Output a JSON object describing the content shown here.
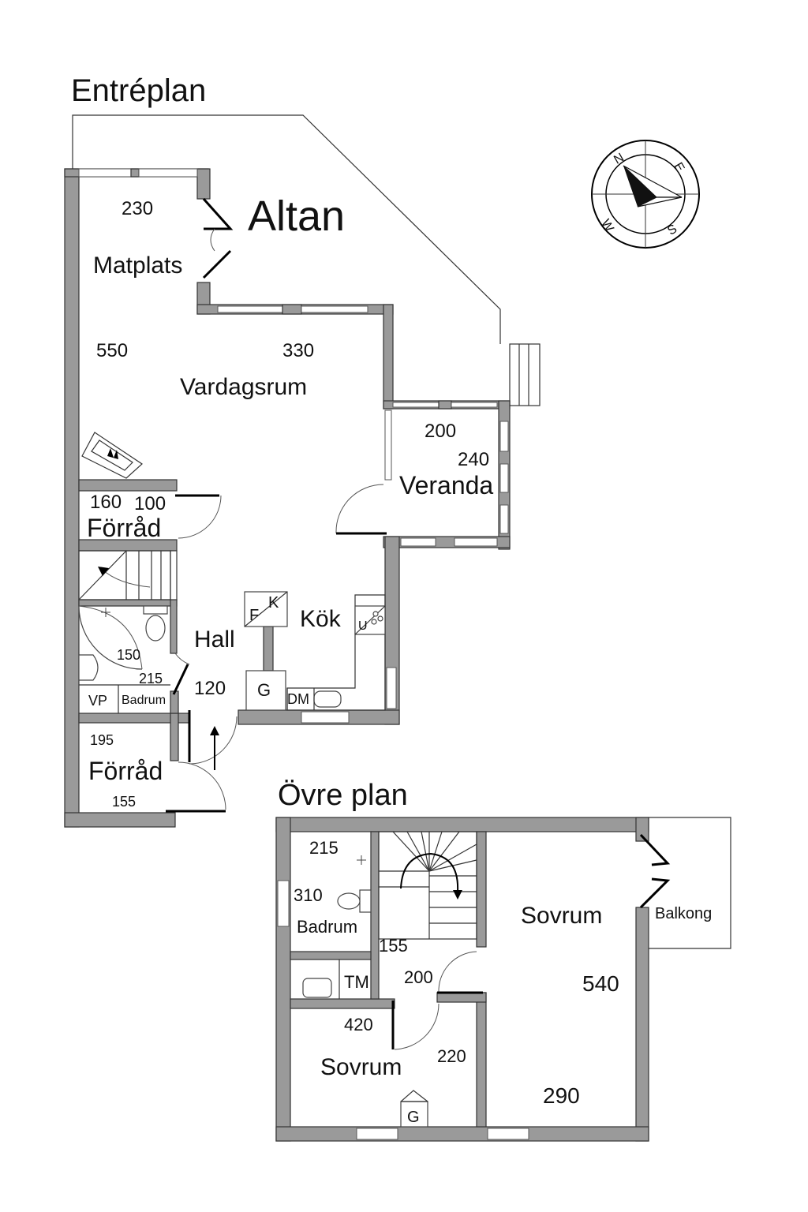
{
  "headings": {
    "ground_floor": "Entréplan",
    "upper_floor": "Övre plan",
    "deck": "Altan"
  },
  "ground_floor": {
    "rooms": {
      "dining": "Matplats",
      "living": "Vardagsrum",
      "veranda": "Veranda",
      "storage_top": "Förråd",
      "hall": "Hall",
      "kitchen": "Kök",
      "bathroom": "Badrum",
      "storage_bottom": "Förråd"
    },
    "dimensions": {
      "dining_width": "230",
      "living_depth": "550",
      "living_width": "330",
      "veranda_width": "200",
      "veranda_depth": "240",
      "storage_top_depth": "160",
      "storage_top_width": "100",
      "bath_width": "150",
      "bath_depth": "215",
      "hall_width": "120",
      "storage_bottom_depth": "195",
      "storage_bottom_width": "155"
    },
    "fixtures": {
      "fridge": "F",
      "freezer": "K",
      "oven": "U",
      "wardrobe": "G",
      "dishwasher": "DM",
      "water_heater": "VP"
    }
  },
  "upper_floor": {
    "rooms": {
      "bathroom": "Badrum",
      "bedroom_large": "Sovrum",
      "bedroom_small": "Sovrum",
      "balcony": "Balkong"
    },
    "dimensions": {
      "bath_width": "215",
      "bath_depth": "310",
      "hall_width": "155",
      "hall_depth": "200",
      "bedroom_large_depth": "540",
      "bedroom_large_width": "290",
      "bedroom_small_width": "420",
      "bedroom_small_depth": "220"
    },
    "fixtures": {
      "dryer": "TM",
      "wardrobe": "G"
    }
  },
  "compass": {
    "north": "N",
    "east": "E",
    "south": "S",
    "west": "W"
  }
}
